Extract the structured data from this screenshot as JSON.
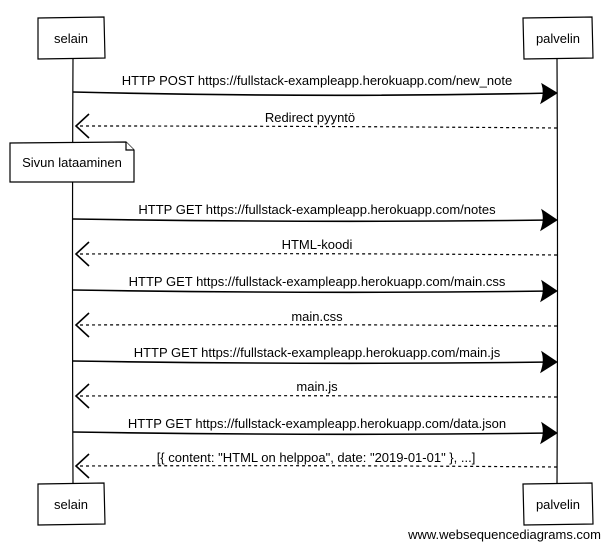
{
  "participants": [
    {
      "id": "selain",
      "label": "selain"
    },
    {
      "id": "palvelin",
      "label": "palvelin"
    }
  ],
  "messages": [
    {
      "from": "selain",
      "to": "palvelin",
      "kind": "request",
      "label": "HTTP POST https://fullstack-exampleapp.herokuapp.com/new_note"
    },
    {
      "from": "palvelin",
      "to": "selain",
      "kind": "response",
      "label": "Redirect pyyntö"
    },
    {
      "from": "selain",
      "kind": "note",
      "label": "Sivun lataaminen"
    },
    {
      "from": "selain",
      "to": "palvelin",
      "kind": "request",
      "label": "HTTP GET https://fullstack-exampleapp.herokuapp.com/notes"
    },
    {
      "from": "palvelin",
      "to": "selain",
      "kind": "response",
      "label": "HTML-koodi"
    },
    {
      "from": "selain",
      "to": "palvelin",
      "kind": "request",
      "label": "HTTP GET https://fullstack-exampleapp.herokuapp.com/main.css"
    },
    {
      "from": "palvelin",
      "to": "selain",
      "kind": "response",
      "label": "main.css"
    },
    {
      "from": "selain",
      "to": "palvelin",
      "kind": "request",
      "label": "HTTP GET https://fullstack-exampleapp.herokuapp.com/main.js"
    },
    {
      "from": "palvelin",
      "to": "selain",
      "kind": "response",
      "label": "main.js"
    },
    {
      "from": "selain",
      "to": "palvelin",
      "kind": "request",
      "label": "HTTP GET https://fullstack-exampleapp.herokuapp.com/data.json"
    },
    {
      "from": "palvelin",
      "to": "selain",
      "kind": "response",
      "label": "[{ content: \"HTML on helppoa\", date: \"2019-01-01\" }, ...]"
    }
  ],
  "watermark": "www.websequencediagrams.com"
}
